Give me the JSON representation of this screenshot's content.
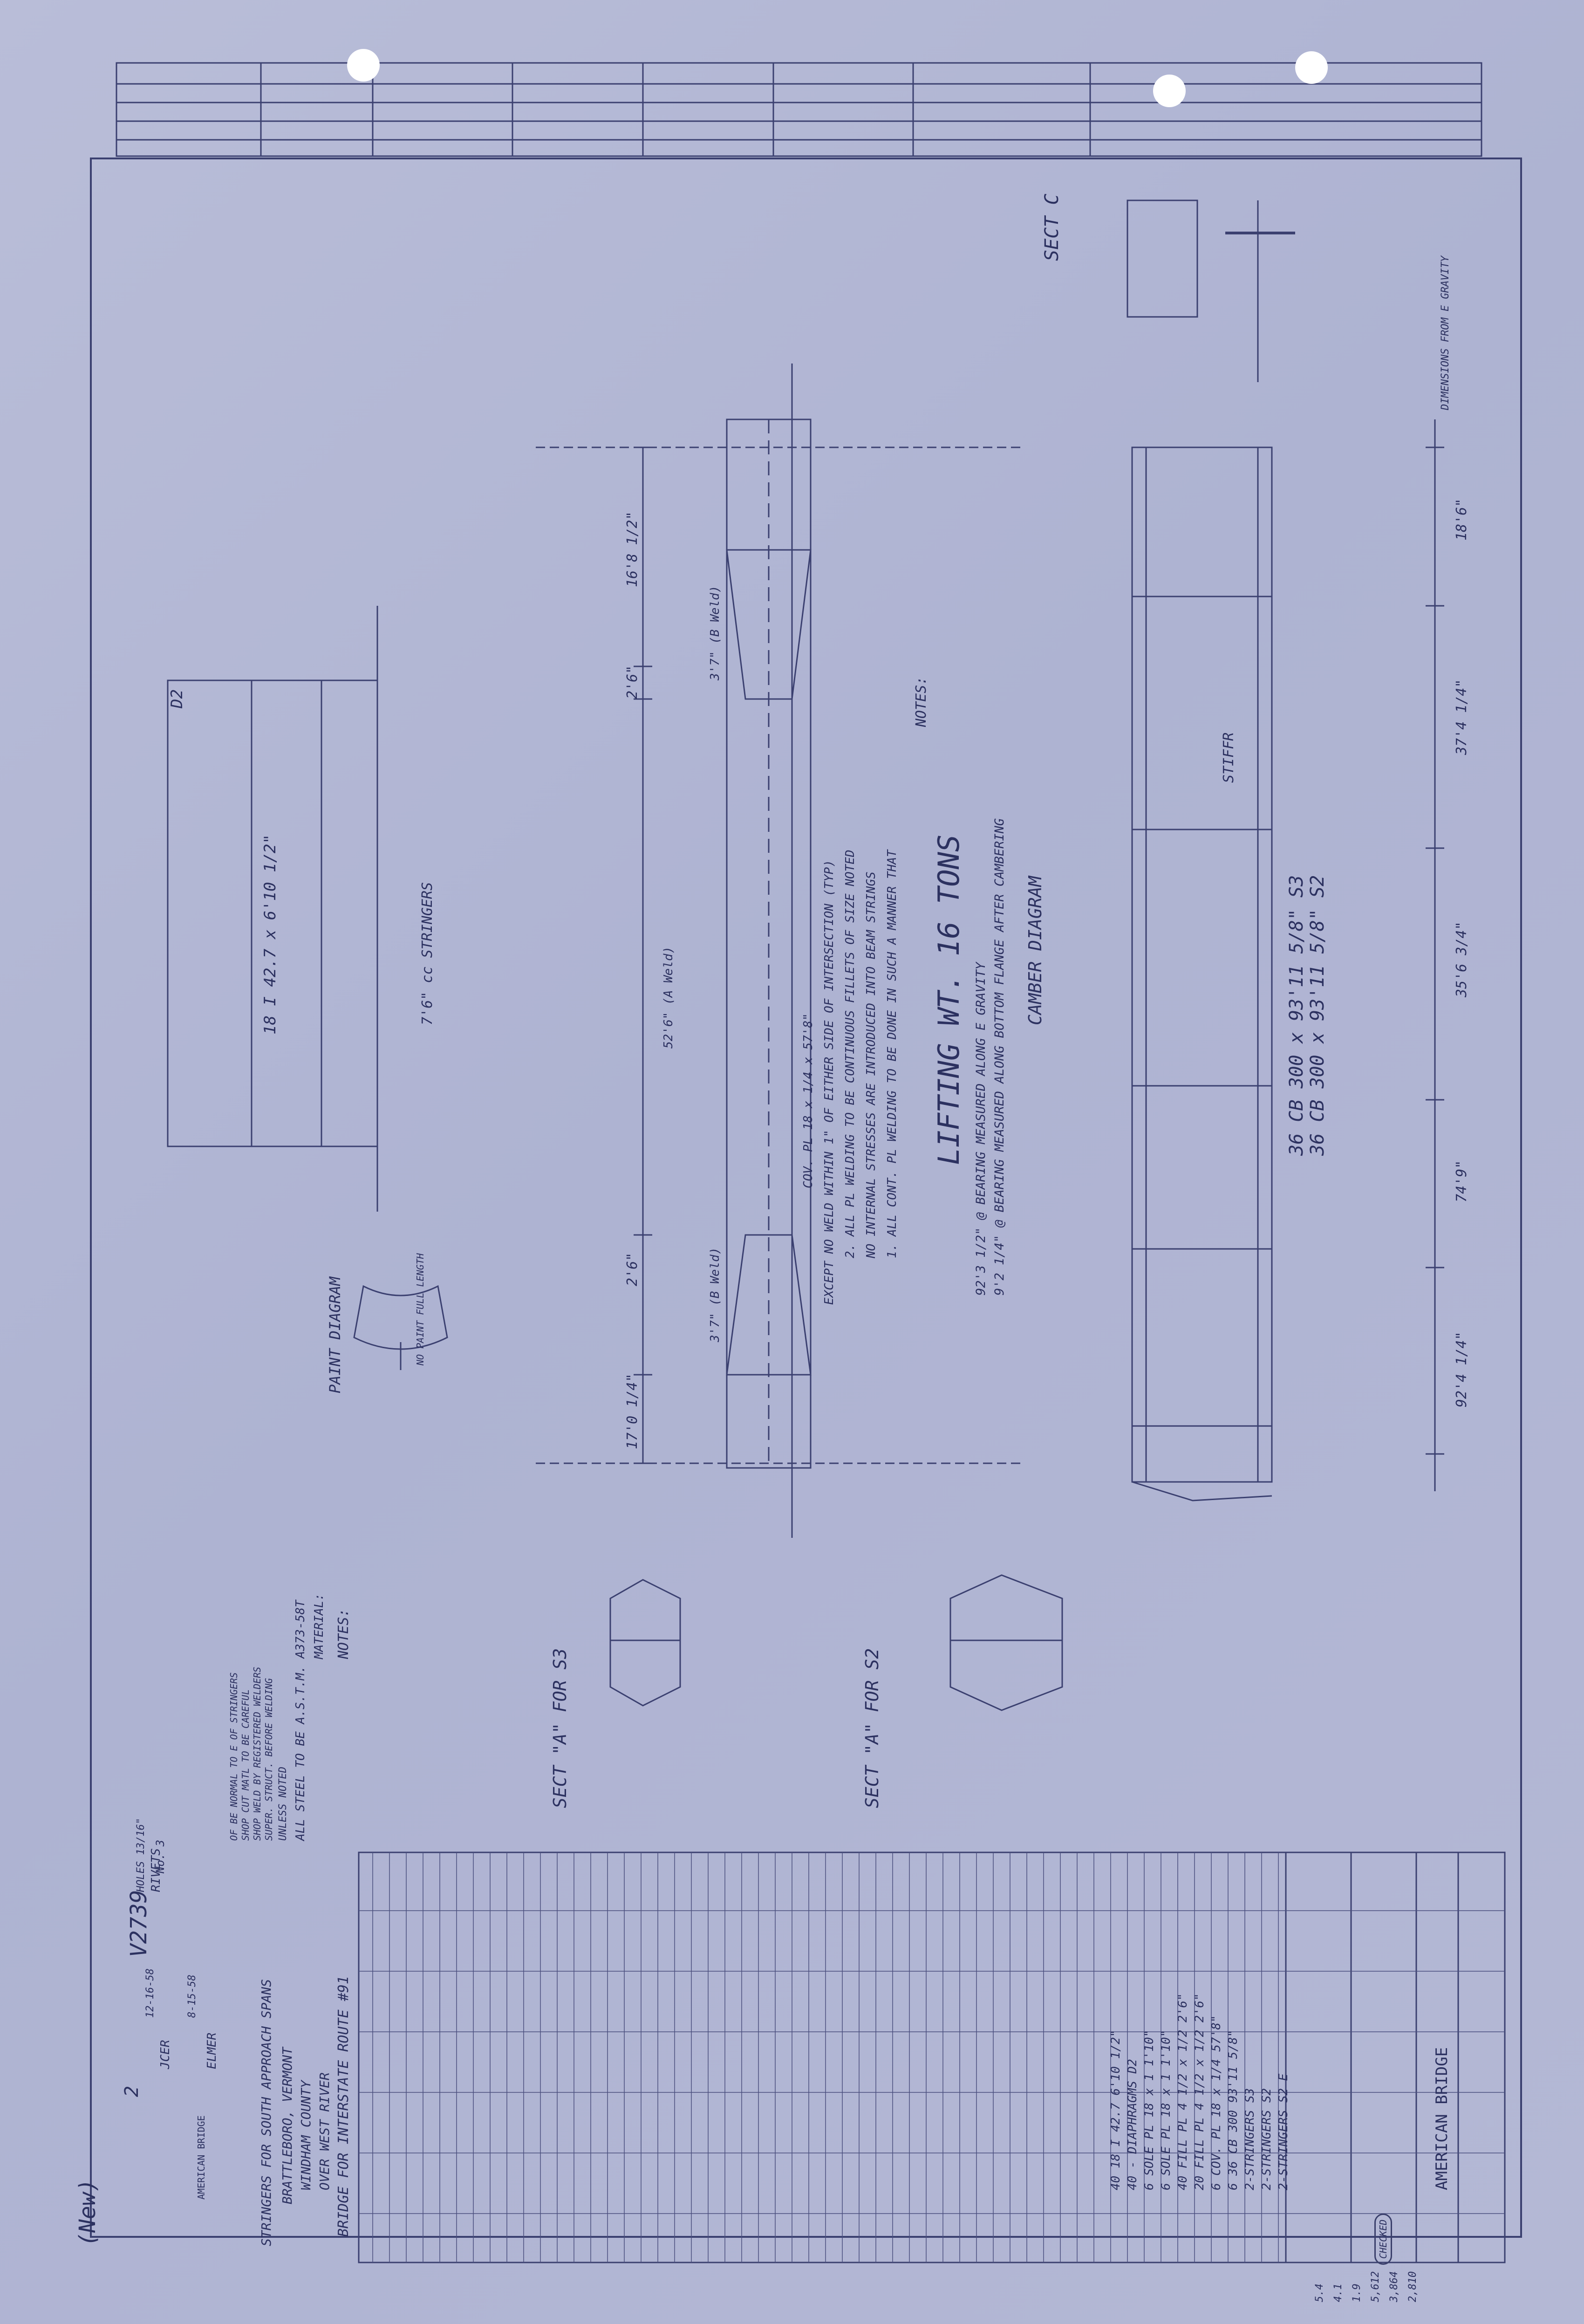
{
  "title_block": {
    "company": "AMERICAN BRIDGE",
    "company_sub": "AMERICAN BRIDGE",
    "project_line1": "BRIDGE FOR INTERSTATE ROUTE #91",
    "project_line2": "OVER WEST RIVER",
    "project_line3": "WINDHAM COUNTY",
    "project_line4": "BRATTLEBORO, VERMONT",
    "project_line5": "STRINGERS FOR SOUTH APPROACH SPANS",
    "drawing_no": "V2739",
    "sheet_no": "2",
    "made_by": "ELMER",
    "checked_by": "JCER",
    "dates": [
      "8-15-58",
      "12-16-58"
    ],
    "order_no": "No. 3",
    "status": "(New)"
  },
  "main_notes": {
    "lifting_weight": "LIFTING WT. 16 TONS",
    "camber_title": "CAMBER DIAGRAM",
    "camber_1": "9'2 1/4\" @ BEARING MEASURED ALONG BOTTOM FLANGE AFTER CAMBERING",
    "camber_2": "92'3 1/2\" @ BEARING MEASURED ALONG E GRAVITY",
    "notes_title": "NOTES:",
    "note_1": "1. ALL CONT. PL WELDING TO BE DONE IN SUCH A MANNER THAT",
    "note_1b": "NO INTERNAL STRESSES ARE INTRODUCED INTO BEAM STRINGS",
    "note_2": "2. ALL PL WELDING TO BE CONTINUOUS FILLETS OF SIZE NOTED",
    "note_2b": "EXCEPT NO WELD WITHIN 1\" OF EITHER SIDE OF INTERSECTION (TYP)",
    "cov_ref": "COV. PL 18 x 1/4 x 57'8\""
  },
  "beam": {
    "section_a": "36 CB 300 x 93'11 5/8\" S3",
    "section_b": "36 CB 300 x 93'11 5/8\" S2",
    "stiffener": "STIFFR",
    "dims_top": [
      "18'6\"",
      "37'4 1/4\"",
      "35'6 3/4\"",
      "74'9\"",
      "92'4 1/4\""
    ],
    "dims_cov": [
      "16'8 1/2\"",
      "2'6\"",
      "3'7\" (B Weld)",
      "52'6\" (A Weld)",
      "3'7\" (B Weld)",
      "2'6\"",
      "17'0 1/4\""
    ],
    "dimension_note": "DIMENSIONS FROM E GRAVITY"
  },
  "sections": {
    "sect_c": "SECT C",
    "sect_a_s3": "SECT \"A\" FOR S3",
    "sect_a_s2": "SECT \"A\" FOR S2",
    "paint_diagram": "PAINT DIAGRAM",
    "no_paint": "NO PAINT FULL LENGTH",
    "diaphragm_label": "D2",
    "diaphragm_size": "18 I 42.7 x 6'10 1/2\"",
    "diaphragm_spacing": "7'6\" cc STRINGERS"
  },
  "material_notes": {
    "title": "NOTES:",
    "material": "MATERIAL:",
    "line1": "ALL STEEL TO BE A.S.T.M. A373-58T",
    "line2": "UNLESS NOTED",
    "line3": "SUPER. STRUCT. BEFORE WELDING",
    "line4": "SHOP WELD BY REGISTERED WELDERS",
    "line5": "SHOP CUT MATL TO BE CAREFUL",
    "line6": "OF BE NORMAL TO E OF STRINGERS"
  },
  "bill_of_material": {
    "rows": [
      "2-STRINGERS  S2 E",
      "2-STRINGERS  S2",
      "2-STRINGERS  S3",
      "6  36 CB 300  93'11 5/8\"",
      "6  COV. PL 18 x 1/4  57'8\"",
      "20  FILL PL 4 1/2 x 1/2  2'6\"",
      "40  FILL PL 4 1/2 x 1/2  2'6\"",
      "6  SOLE PL  18 x 1  1'10\"",
      "6  SOLE PL  18 x 1  1'10\"",
      "40 - DIAPHRAGMS  D2",
      "40  18 I 42.7  6'10 1/2\""
    ],
    "weights": [
      "2,810",
      "3,864",
      "5,612",
      "1.9",
      "4.1",
      "5.4"
    ]
  },
  "revisions_header": {
    "stamp": "CHECKED",
    "rivets": "RIVETS",
    "holes": "HOLES 13/16\""
  }
}
